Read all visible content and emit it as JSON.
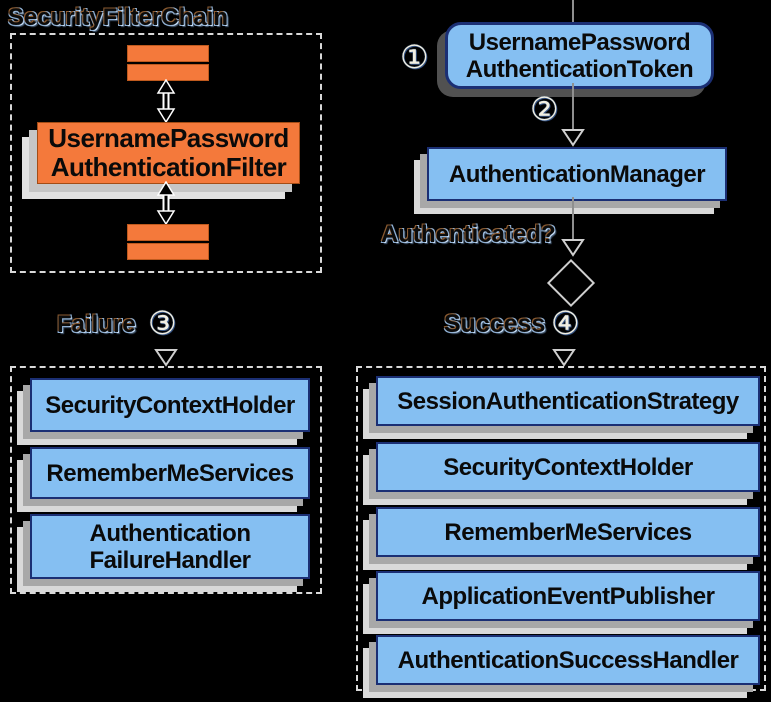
{
  "colors": {
    "background": "#000000",
    "orange_fill": "#f4793b",
    "blue_fill": "#85bff2",
    "blue_border": "#1b2f74",
    "shadow_gray": "#a8a8a8",
    "dashed_border": "#d9d9d9"
  },
  "security_filter_chain": {
    "title": "SecurityFilterChain",
    "filter_line1": "UsernamePassword",
    "filter_line2": "AuthenticationFilter"
  },
  "auth_flow": {
    "step_1_badge": "①",
    "step_2_badge": "②",
    "step_3_badge": "③",
    "step_4_badge": "④",
    "token_line1": "UsernamePassword",
    "token_line2": "AuthenticationToken",
    "manager_label": "AuthenticationManager",
    "authenticated_question": "Authenticated?",
    "failure_label": "Failure",
    "success_label": "Success"
  },
  "failure_group": {
    "items": [
      {
        "line1": "SecurityContextHolder",
        "line2": ""
      },
      {
        "line1": "RememberMeServices",
        "line2": ""
      },
      {
        "line1": "Authentication",
        "line2": "FailureHandler"
      }
    ]
  },
  "success_group": {
    "items": [
      {
        "line1": "SessionAuthenticationStrategy"
      },
      {
        "line1": "SecurityContextHolder"
      },
      {
        "line1": "RememberMeServices"
      },
      {
        "line1": "ApplicationEventPublisher"
      },
      {
        "line1": "AuthenticationSuccessHandler"
      }
    ]
  }
}
